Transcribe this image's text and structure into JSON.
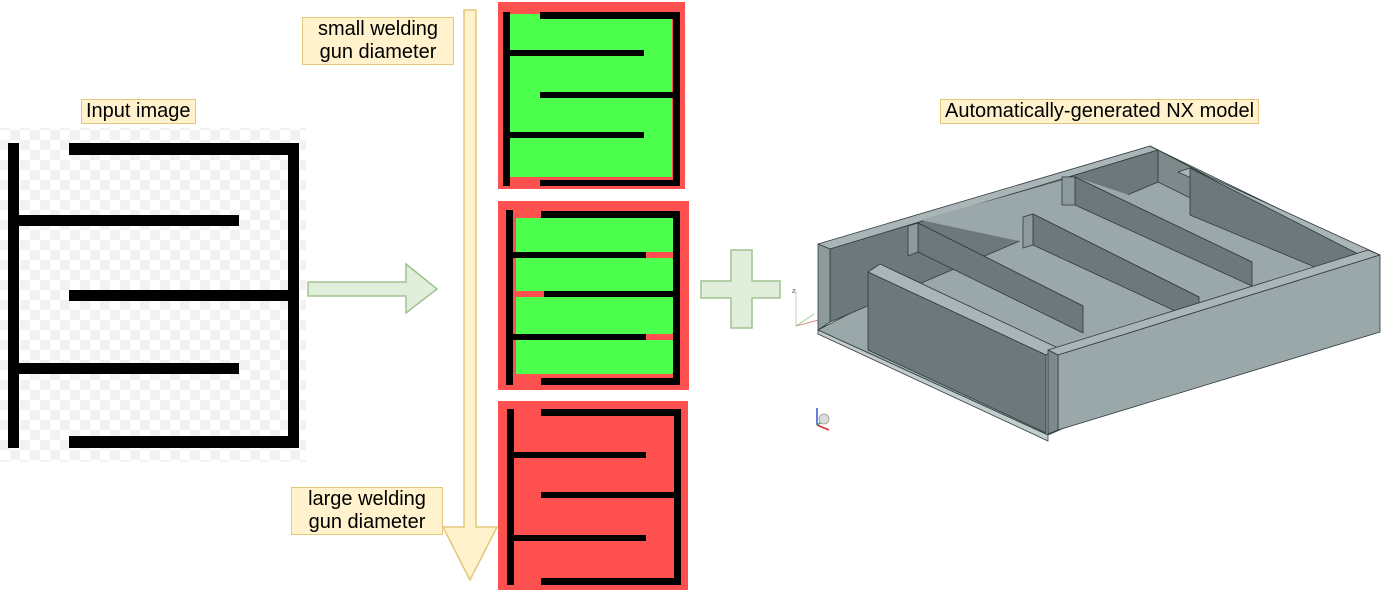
{
  "labels": {
    "input_image": "Input image",
    "small_gun_line1": "small welding",
    "small_gun_line2": "gun diameter",
    "large_gun_line1": "large welding",
    "large_gun_line2": "gun diameter",
    "nx_model": "Automatically-generated NX model"
  },
  "colors": {
    "label_fill": "#fff2cc",
    "label_border": "#e3c77a",
    "reachable": "#4dff4d",
    "unreachable": "#ff5050",
    "wall": "#000000",
    "flow_arrow_fill": "#e1eedb",
    "flow_arrow_stroke": "#9fc48d",
    "model_light": "#9aa8aa",
    "model_dark": "#6c787b"
  },
  "icons": [
    "flow-arrow-icon",
    "plus-icon",
    "scale-arrow-icon",
    "axis-triad-icon",
    "orientation-icon"
  ]
}
